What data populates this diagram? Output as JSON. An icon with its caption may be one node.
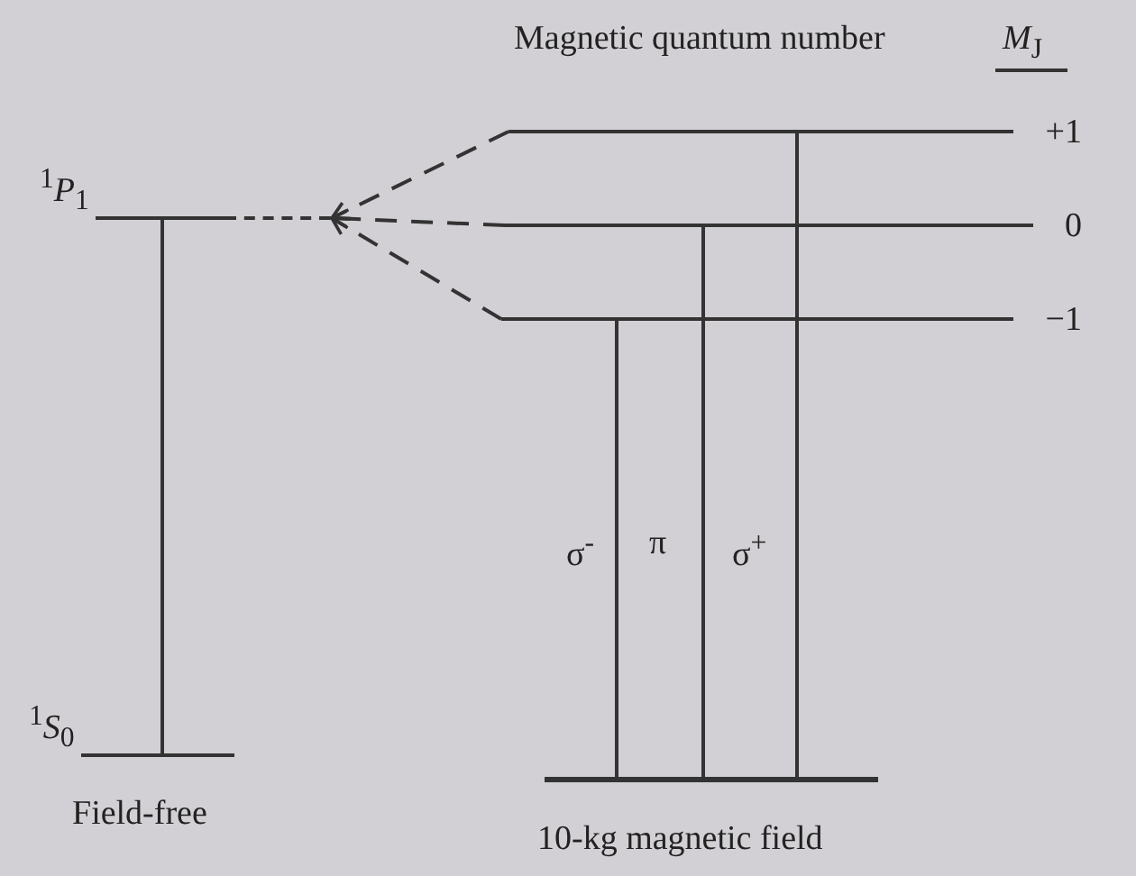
{
  "diagram": {
    "nodes": [
      {
        "text": [
          "$^{1}$*P*$_{1}$"
        ]
      },
      {
        "text": [
          "+1"
        ]
      },
      {
        "text": [
          "0"
        ]
      },
      {
        "text": [
          "−1"
        ]
      },
      {
        "text": [
          "$^{1}$*S*$_{0}$"
        ]
      },
      {
        "text": [],
        "shape": "bar"
      }
    ],
    "edges": [
      {
        "from": 1,
        "to": 0,
        "arrow": "to",
        "style": "dashed"
      },
      {
        "from": 2,
        "to": 0,
        "arrow": "to",
        "style": "dashed"
      },
      {
        "from": 3,
        "to": 0,
        "arrow": "to",
        "style": "dashed"
      },
      {
        "from": 0,
        "to": 4,
        "arrow": "none"
      },
      {
        "from": 1,
        "to": 5,
        "arrow": "none",
        "label": "σ$^{+}$"
      },
      {
        "from": 2,
        "to": 5,
        "arrow": "none",
        "label": "π"
      },
      {
        "from": 3,
        "to": 5,
        "arrow": "none",
        "label": "σ$^{-}$"
      }
    ],
    "labels": [
      "Magnetic quantum number",
      "*M*$_{J}$",
      "Field-free",
      "10-kg magnetic field"
    ]
  }
}
